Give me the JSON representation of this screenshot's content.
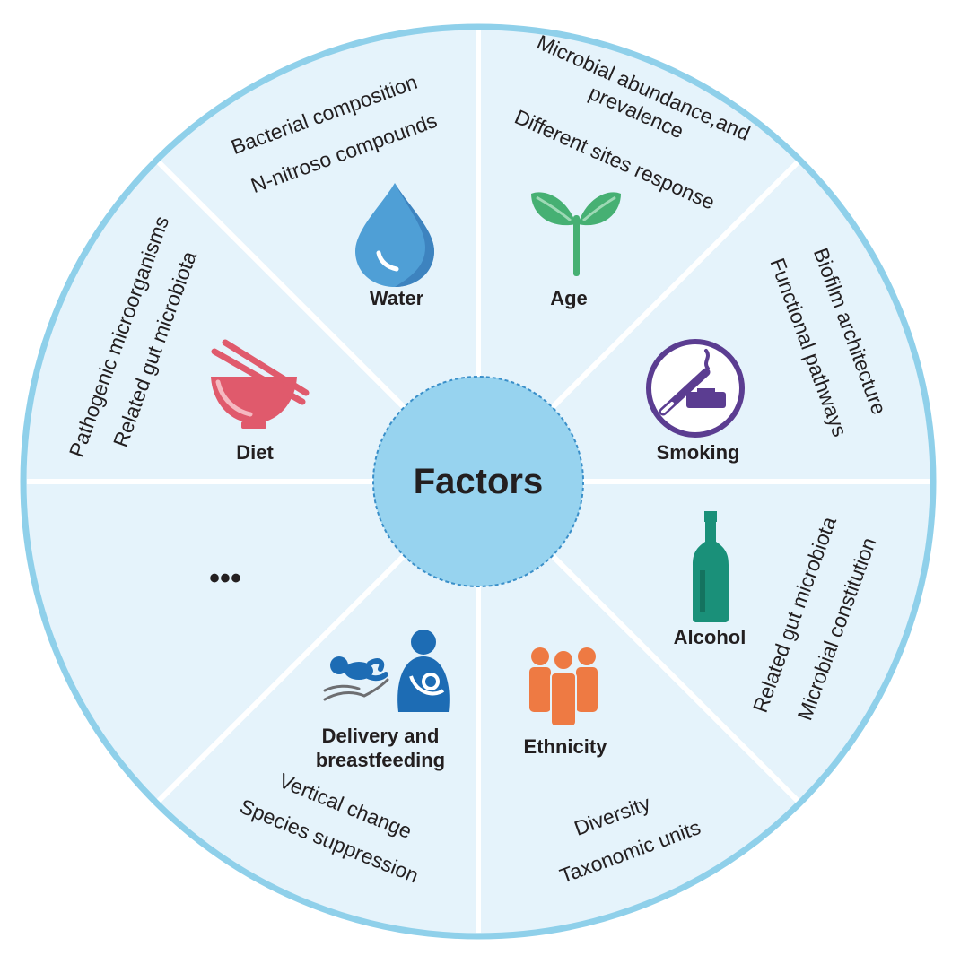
{
  "center": {
    "label": "Factors"
  },
  "segments": {
    "water": {
      "label": "Water",
      "details": [
        "Bacterial composition",
        "N-nitroso compounds"
      ]
    },
    "age": {
      "label": "Age",
      "details": [
        "Microbial abundance,and",
        "prevalence",
        "Different sites response"
      ]
    },
    "smoking": {
      "label": "Smoking",
      "details": [
        "Biofilm architecture",
        "Functional pathways"
      ]
    },
    "alcohol": {
      "label": "Alcohol",
      "details": [
        "Related gut microbiota",
        "Microbial constitution"
      ]
    },
    "ethnicity": {
      "label": "Ethnicity",
      "details": [
        "Diversity",
        "Taxonomic units"
      ]
    },
    "delivery": {
      "label_line1": "Delivery and",
      "label_line2": "breastfeeding",
      "details": [
        "Vertical change",
        "Species suppression"
      ]
    },
    "more": {
      "label": "•••"
    },
    "diet": {
      "label": "Diet",
      "details": [
        "Pathogenic microorganisms",
        "Related gut microbiota"
      ]
    }
  },
  "colors": {
    "ring": "#8fd0ea",
    "segment_fill": "#e5f3fb",
    "center_fill": "#97d3ef",
    "water": "#4f9fd6",
    "age": "#46b073",
    "smoking": "#5b3d91",
    "alcohol": "#1a9079",
    "ethnicity": "#ee7a43",
    "delivery": "#1d6cb4",
    "diet": "#e05a6c"
  }
}
